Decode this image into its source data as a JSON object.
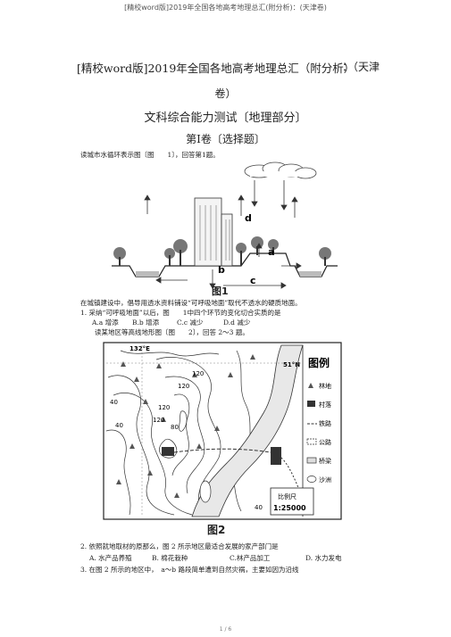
{
  "header": "[精校word版]2019年全国各地高考地理总汇(附分析)：(天津卷)",
  "title": {
    "line1": "[精校word版]2019年全国各地高考地理总汇（附分析）",
    "line1_suffix": "：（天津",
    "line2": "卷）",
    "subtitle": "文科综合能力测试〔地理部分〕",
    "section": "第Ⅰ卷〔选择题〕"
  },
  "intro1": "读城市水循环表示图〔图　　1〕，回答第1题。",
  "fig1": {
    "labels": [
      "a",
      "b",
      "c",
      "d"
    ],
    "caption": "图1"
  },
  "q1": {
    "context": "在城镇建设中，倡导用透水资料铺设“可呼吸地面”取代不透水的硬质地面。",
    "stem": "1. 采纳“可呼吸地面”以后，图　　1中四个环节的变化切合实质的是",
    "options": [
      "A.a 增添",
      "B.b 增添",
      "C.c 减少",
      "D.d 减少"
    ]
  },
  "intro2": "读某地区等高线地形图〔图　　2〕，回答 2～3 题。",
  "fig2": {
    "coord_left": "132°E",
    "coord_right": "51°N",
    "contours": [
      "120",
      "120",
      "40",
      "40",
      "80",
      "120",
      "120",
      "40"
    ],
    "legend_title": "图例",
    "legend_items": [
      "林地",
      "村落",
      "铁路",
      "公路",
      "桥梁",
      "沙洲"
    ],
    "scale_label": "比例尺",
    "scale_value": "1:25000",
    "caption": "图2"
  },
  "q2": {
    "stem": "2. 依照就地取材的原那么，图 2 所示地区最适合发展的家产部门是",
    "options": [
      "A. 水产品养殖",
      "B. 棉花栽种",
      "C.林产品加工",
      "D. 水力发电"
    ]
  },
  "q3": {
    "stem": "3. 在图 2 所示的地区中，　a～b 路段简单遭到自然灾祸，主要如因为沿线"
  },
  "footer": "1 / 6"
}
